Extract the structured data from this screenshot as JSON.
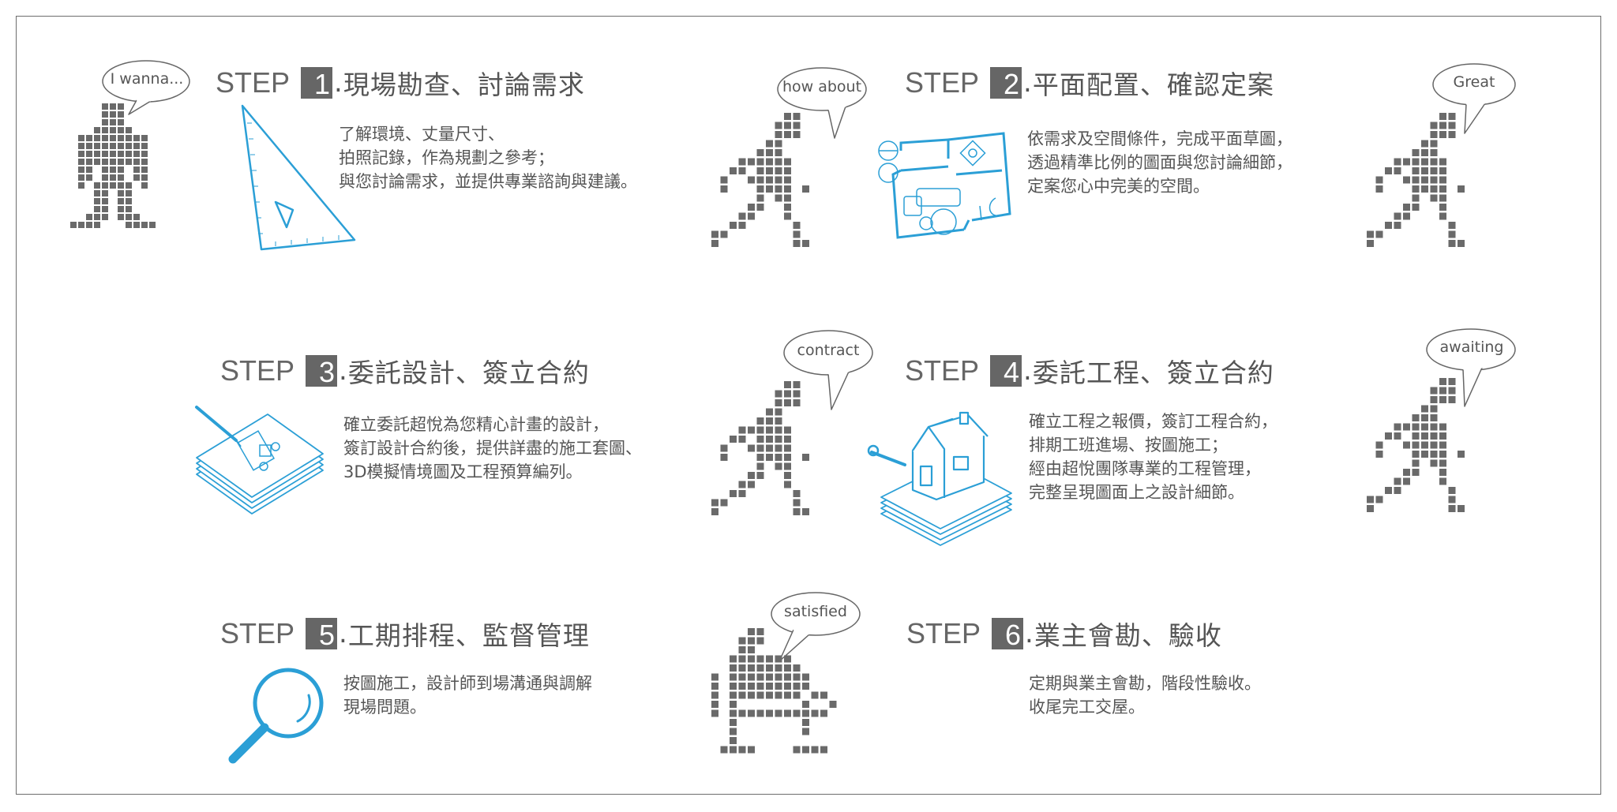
{
  "steps": [
    {
      "word": "STEP",
      "number": "1",
      "heading": "現場勘查、討論需求",
      "bubble": "I wanna...",
      "lines": [
        "了解環境、丈量尺寸、",
        "拍照記錄，作為規劃之參考；",
        "與您討論需求，並提供專業諮詢與建議。"
      ]
    },
    {
      "word": "STEP",
      "number": "2",
      "heading": "平面配置、確認定案",
      "bubble": "how about",
      "lines": [
        "依需求及空間條件，完成平面草圖，",
        "透過精準比例的圖面與您討論細節，",
        "定案您心中完美的空間。"
      ]
    },
    {
      "word": "STEP",
      "number": "3",
      "heading": "委託設計、簽立合約",
      "bubble": "Great",
      "lines": [
        "確立委託超悅為您精心計畫的設計，",
        "簽訂設計合約後，提供詳盡的施工套圖、",
        "3D模擬情境圖及工程預算編列。"
      ]
    },
    {
      "word": "STEP",
      "number": "4",
      "heading": "委託工程、簽立合約",
      "bubble": "contract",
      "lines": [
        "確立工程之報價，簽訂工程合約，",
        "排期工班進場、按圖施工；",
        "經由超悅團隊專業的工程管理，",
        "完整呈現圖面上之設計細節。"
      ]
    },
    {
      "word": "STEP",
      "number": "5",
      "heading": "工期排程、監督管理",
      "bubble": "awaiting",
      "lines": [
        "按圖施工，設計師到場溝通與調解",
        "現場問題。"
      ]
    },
    {
      "word": "STEP",
      "number": "6",
      "heading": "業主會勘、驗收",
      "bubble": "satisfied",
      "lines": [
        "定期與業主會勘，階段性驗收。",
        "收尾完工交屋。"
      ]
    }
  ],
  "icons": [
    "triangle-ruler-icon",
    "floor-plan-icon",
    "blueprint-stack-icon",
    "house-on-plans-icon",
    "magnifier-icon"
  ],
  "colors": {
    "accent": "#2b9fd6",
    "pixel": "#6a6a6a",
    "text": "#555555",
    "frame": "#6d6d6d"
  }
}
